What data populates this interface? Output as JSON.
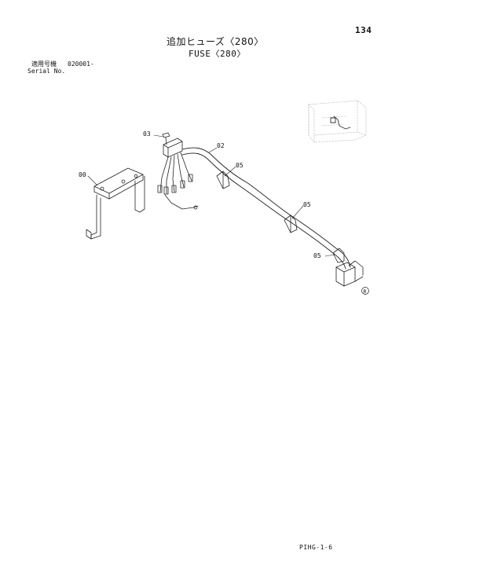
{
  "page": {
    "number": "134",
    "title_jp": "追加ヒューズ〈280〉",
    "title_en": "FUSE〈280〉",
    "serial_label_jp": "適用号機",
    "serial_value": "020001-",
    "serial_label_en": "Serial No.",
    "footer_code": "PIHG-1-6"
  },
  "callouts": {
    "bracket": "00",
    "harness": "02",
    "bolt": "03",
    "clamp_a": "05",
    "clamp_b": "05",
    "clamp_c": "05",
    "mark": "R"
  }
}
